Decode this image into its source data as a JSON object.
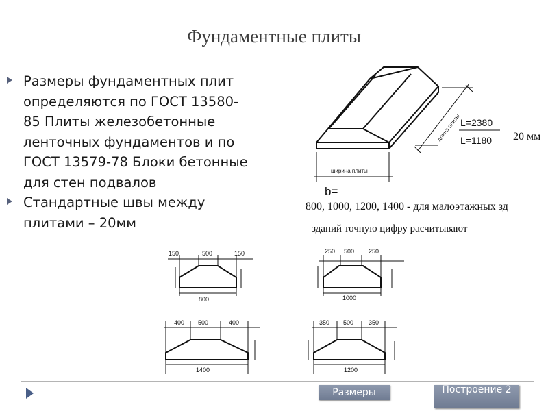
{
  "slide": {
    "title": "Фундаментные плиты",
    "bullets": [
      "Размеры фундаментных плит определяются по ГОСТ 13580-85 Плиты железобетонные ленточных фундаментов и по ГОСТ 13579-78 Блоки бетонные для стен подвалов",
      "Стандартные швы между плитами – 20мм"
    ]
  },
  "drawing": {
    "width_label": "ширина плиты",
    "length_label": "длина плиты",
    "L1": "L=2380",
    "L2": "L=1180",
    "plus": "+20 мм",
    "b_label": "b=",
    "widths_line": "800, 1000, 1200, 1400 - для малоэтажных зд",
    "note_line": "зданий точную цифру расчитывают",
    "section_800": {
      "top": [
        "150",
        "500",
        "150"
      ],
      "base": "800"
    },
    "section_1000": {
      "top": [
        "250",
        "500",
        "250"
      ],
      "base": "1000"
    },
    "section_1400": {
      "top": [
        "400",
        "500",
        "400"
      ],
      "base": "1400"
    },
    "section_1200": {
      "top": [
        "350",
        "500",
        "350"
      ],
      "base": "1200"
    }
  },
  "footer": {
    "btn_sizes": "Размеры",
    "btn_build": "Построение 2"
  }
}
